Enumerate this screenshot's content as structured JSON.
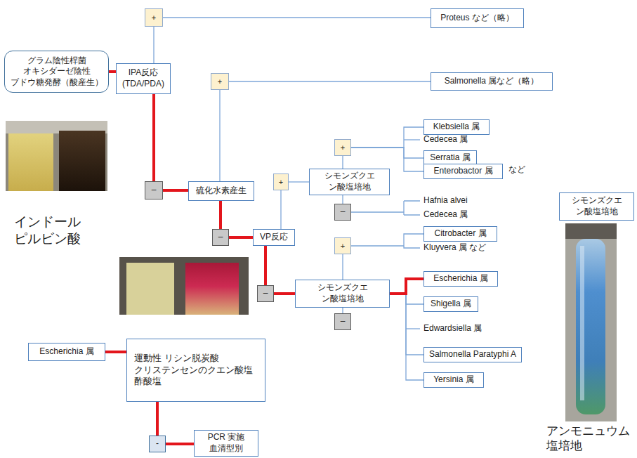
{
  "diagram": {
    "nodes": [
      {
        "text": [
          "+"
        ]
      },
      {
        "text": [
          "Proteus など（略）"
        ]
      },
      {
        "text": [
          "グラム陰性桿菌 オキシダーゼ陰性 ブドウ糖発酵（酸産生）"
        ]
      },
      {
        "text": [
          "IPA反応 (TDA/PDA)"
        ]
      },
      {
        "text": [
          "+"
        ]
      },
      {
        "text": [
          "Salmonella 属など（略）"
        ]
      },
      {
        "text": [
          "Klebsiella 属"
        ]
      },
      {
        "text": [
          "+"
        ]
      },
      {
        "text": [
          "Serratia 属"
        ]
      },
      {
        "text": [
          "Enterobactor 属"
        ]
      },
      {
        "text": [
          "シモンズクエン酸塩培地"
        ]
      },
      {
        "text": [
          "–"
        ]
      },
      {
        "text": [
          "硫化水素産生"
        ]
      },
      {
        "text": [
          "+"
        ]
      },
      {
        "text": [
          "–"
        ]
      },
      {
        "text": [
          "–"
        ]
      },
      {
        "text": [
          "VP反応"
        ]
      },
      {
        "text": [
          "Citrobacter 属"
        ]
      },
      {
        "text": [
          "+"
        ]
      },
      {
        "text": [
          "Escherichia 属"
        ]
      },
      {
        "text": [
          "シモンズクエン酸塩培地"
        ]
      },
      {
        "text": [
          "–"
        ]
      },
      {
        "text": [
          "シモンズクエン酸塩培地"
        ]
      },
      {
        "text": [
          "Shigella 属"
        ]
      },
      {
        "text": [
          "–"
        ]
      },
      {
        "text": [
          "Salmonella Paratyphi A"
        ]
      },
      {
        "text": [
          "Yersinia 属"
        ]
      },
      {
        "text": [
          "Escherichia 属"
        ]
      },
      {
        "text": [
          "運動性 リシン脱炭酸 クリステンセンのクエン酸塩 酢酸塩"
        ]
      },
      {
        "text": [
          "-"
        ]
      },
      {
        "text": [
          "PCR 実施 血清型別"
        ]
      }
    ],
    "edges": [
      {
        "from": 2,
        "to": 3,
        "arrow": "none"
      },
      {
        "from": 3,
        "to": 0,
        "arrow": "none"
      },
      {
        "from": 0,
        "to": 1,
        "arrow": "none"
      },
      {
        "from": 3,
        "to": 11,
        "arrow": "none"
      },
      {
        "from": 11,
        "to": 12,
        "arrow": "none"
      },
      {
        "from": 12,
        "to": 4,
        "arrow": "none"
      },
      {
        "from": 4,
        "to": 5,
        "arrow": "none"
      },
      {
        "from": 12,
        "to": 15,
        "arrow": "none"
      },
      {
        "from": 15,
        "to": 16,
        "arrow": "none"
      },
      {
        "from": 16,
        "to": 13,
        "arrow": "none"
      },
      {
        "from": 13,
        "to": 10,
        "arrow": "none"
      },
      {
        "from": 10,
        "to": 7,
        "arrow": "none"
      },
      {
        "from": 7,
        "to": 6,
        "arrow": "none"
      },
      {
        "from": 7,
        "to": 8,
        "arrow": "none"
      },
      {
        "from": 7,
        "to": 9,
        "arrow": "none"
      },
      {
        "from": 10,
        "to": 14,
        "arrow": "none"
      },
      {
        "from": 16,
        "to": 21,
        "arrow": "none"
      },
      {
        "from": 21,
        "to": 22,
        "arrow": "none"
      },
      {
        "from": 22,
        "to": 18,
        "arrow": "none"
      },
      {
        "from": 18,
        "to": 17,
        "arrow": "none"
      },
      {
        "from": 22,
        "to": 24,
        "arrow": "none"
      },
      {
        "from": 22,
        "to": 23,
        "arrow": "none"
      },
      {
        "from": 22,
        "to": 25,
        "arrow": "none"
      },
      {
        "from": 22,
        "to": 26,
        "arrow": "none"
      },
      {
        "from": 22,
        "to": 19,
        "arrow": "none"
      },
      {
        "from": 27,
        "to": 28,
        "arrow": "none"
      },
      {
        "from": 28,
        "to": 29,
        "arrow": "none"
      },
      {
        "from": 29,
        "to": 30,
        "arrow": "none"
      }
    ],
    "labels": [
      "Cedecea 属",
      "など",
      "Hafnia alvei",
      "Cedecea 属",
      "Kluyvera 属 など",
      "Edwardsiella 属",
      "インドール ピルビン酸",
      "アンモニュウム塩培地"
    ]
  }
}
